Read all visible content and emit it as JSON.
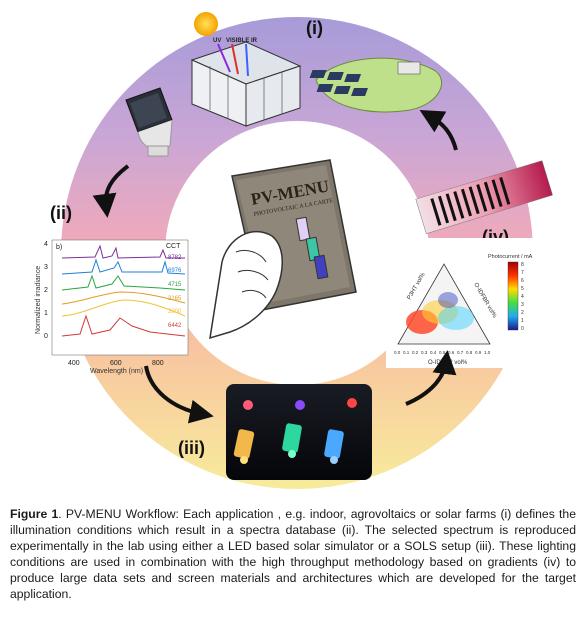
{
  "figure": {
    "labels": {
      "i": "(i)",
      "ii": "(ii)",
      "iii": "(iii)",
      "iv": "(iv)"
    },
    "book": {
      "title": "PV-MENU",
      "subtitle": "PHOTOVOLTAIC A LA CARTE"
    },
    "greenhouse_labels": [
      "UV",
      "VISIBLE",
      "IR"
    ],
    "spectra": {
      "cct_label": "CCT",
      "ylabel": "Normalized irradiance",
      "xlabel": "Wavelength (nm)",
      "ytick_labels": [
        "4",
        "3",
        "2",
        "1",
        "0"
      ],
      "xtick_labels": [
        "400",
        "600",
        "800"
      ],
      "cct_values": [
        "8782",
        "6976",
        "4715",
        "3165",
        "2000",
        "6442"
      ],
      "corner_label": "b)"
    },
    "ternary": {
      "colorbar_title": "Photocurrent / mA",
      "colorbar_ticks": [
        "8",
        "7",
        "6",
        "5",
        "4",
        "3",
        "2",
        "1",
        "0"
      ],
      "bottom_axis_label": "O-IDTBR vol%",
      "left_axis_label": "P3HT vol%",
      "right_axis_label": "O-IDFBR vol%",
      "bottom_ticks": [
        "0.0",
        "0.1",
        "0.2",
        "0.3",
        "0.4",
        "0.5",
        "0.6",
        "0.7",
        "0.8",
        "0.9",
        "1.0"
      ]
    }
  },
  "caption": {
    "label": "Figure 1",
    "text": ". PV-MENU Workflow: Each application , e.g. indoor, agrovoltaics or solar farms (i) defines the illumination conditions which  result in a spectra database (ii). The selected spectrum is reproduced experimentally in the lab using either a LED based solar simulator or a SOLS setup (iii). These lighting conditions are used in combination with the high throughput methodology based on gradients (iv) to produce large data sets and screen materials and architectures which are developed for the target application."
  }
}
